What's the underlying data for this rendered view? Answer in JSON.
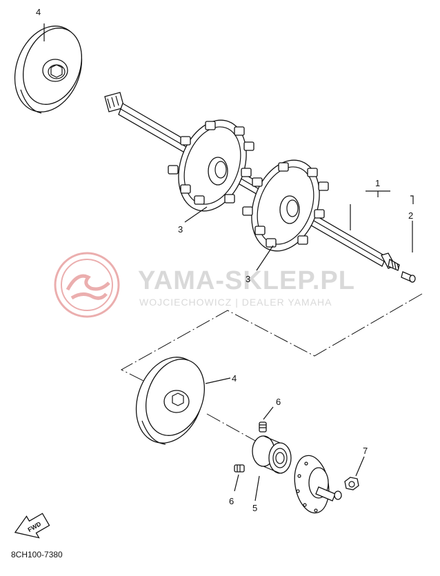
{
  "watermark": {
    "brand": "YAMA-SKLEP.PL",
    "dealer": "WOJCIECHOWICZ | DEALER YAMAHA",
    "logo_color": "#e8a0a0",
    "text_color": "#d9d9d9"
  },
  "callouts": {
    "c1": "1",
    "c2": "2",
    "c3a": "3",
    "c3b": "3",
    "c4a": "4",
    "c4b": "4",
    "c5": "5",
    "c6a": "6",
    "c6b": "6",
    "c7": "7"
  },
  "fwd_label": "FWD",
  "diagram_code": "8CH100-7380"
}
